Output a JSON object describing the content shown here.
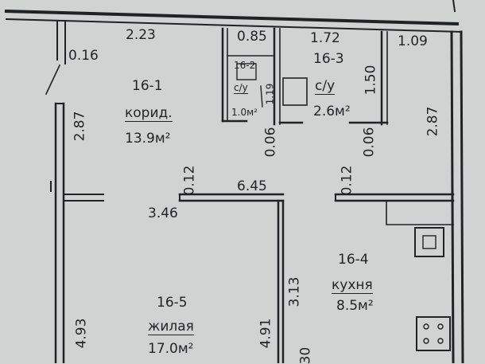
{
  "rooms": [
    {
      "id": "16-1",
      "name": "корид.",
      "area": "13.9м²"
    },
    {
      "id": "16-2",
      "name": "с/у",
      "area": "1.0м²"
    },
    {
      "id": "16-3",
      "name": "с/у",
      "area": "2.6м²"
    },
    {
      "id": "16-4",
      "name": "кухня",
      "area": "8.5м²"
    },
    {
      "id": "16-5",
      "name": "жилая",
      "area": "17.0м²"
    }
  ],
  "dimensions": {
    "top_corridor": "2.23",
    "top_wc1": "0.85",
    "top_wc2": "1.72",
    "top_right": "1.09",
    "door_gap": "0.16",
    "corridor_height": "2.87",
    "wc1_height": "1.19",
    "wc2_height": "1.50",
    "right_height": "2.87",
    "partition_wc1": "0.06",
    "partition_wc2": "0.06",
    "partition_left": "0.12",
    "partition_right": "0.12",
    "corridor_width": "6.45",
    "living_depth": "3.46",
    "kitchen_depth": "3.13",
    "left_height": "4.93",
    "living_height": "4.91",
    "bottom_partial": "30"
  },
  "colors": {
    "paper": "#cfd3d2",
    "ink": "#1e2324"
  }
}
